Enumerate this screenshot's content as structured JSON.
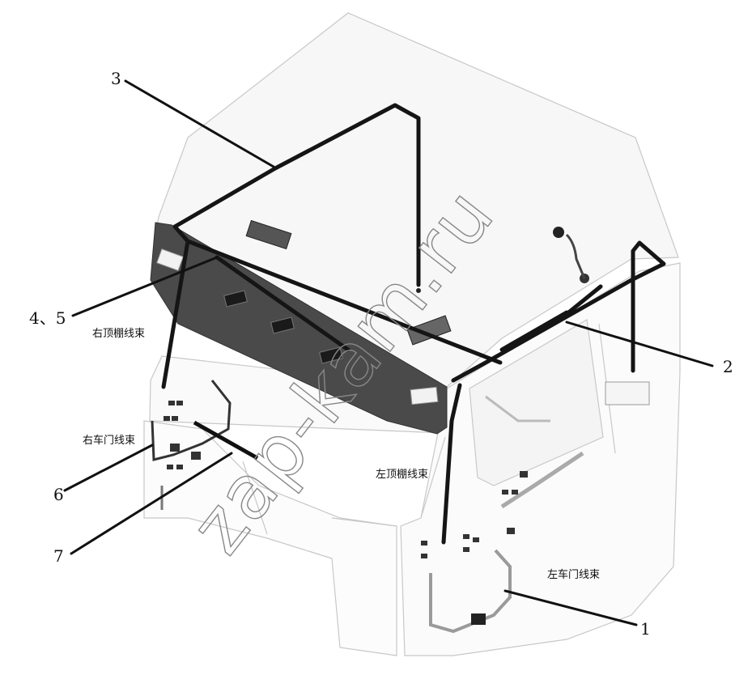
{
  "diagram": {
    "callouts": {
      "c1": "1",
      "c2": "2",
      "c3": "3",
      "c45": "4、5",
      "c6": "6",
      "c7": "7"
    },
    "labels": {
      "right_roof_harness": "右顶棚线束",
      "right_door_harness": "右车门线束",
      "left_roof_harness": "左顶棚线束",
      "left_door_harness": "左车门线束"
    },
    "watermark": "zap-kam.ru"
  }
}
